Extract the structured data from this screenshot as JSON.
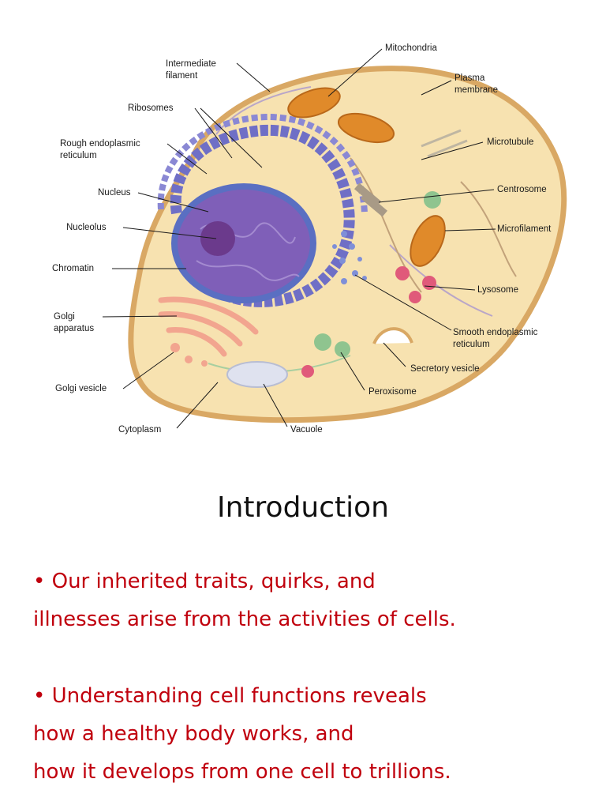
{
  "diagram": {
    "labels": {
      "mitochondria": "Mitochondria",
      "intermediate_filament_1": "Intermediate",
      "intermediate_filament_2": "filament",
      "plasma_membrane_1": "Plasma",
      "plasma_membrane_2": "membrane",
      "ribosomes": "Ribosomes",
      "rough_er_1": "Rough endoplasmic",
      "rough_er_2": "reticulum",
      "microtubule": "Microtubule",
      "nucleus": "Nucleus",
      "centrosome": "Centrosome",
      "nucleolus": "Nucleolus",
      "microfilament": "Microfilament",
      "chromatin": "Chromatin",
      "lysosome": "Lysosome",
      "golgi_apparatus_1": "Golgi",
      "golgi_apparatus_2": "apparatus",
      "smooth_er_1": "Smooth endoplasmic",
      "smooth_er_2": "reticulum",
      "secretory_vesicle": "Secretory vesicle",
      "golgi_vesicle": "Golgi vesicle",
      "peroxisome": "Peroxisome",
      "cytoplasm": "Cytoplasm",
      "vacuole": "Vacuole"
    },
    "colors": {
      "cytoplasm": "#f7e2b0",
      "membrane": "#d9a864",
      "nucleus": "#7f5fb8",
      "nucleolus": "#6b3a8c",
      "rough_er": "#6f6fc6",
      "mitochondria": "#e08a2a",
      "golgi": "#f2a58f",
      "lysosome": "#e05a7a",
      "peroxisome": "#8fc48f",
      "vacuole": "#dfe2ef"
    }
  },
  "slide": {
    "title": "Introduction",
    "bullet1_line1": "•  Our inherited traits, quirks, and",
    "bullet1_line2": "illnesses arise from the activities of cells.",
    "bullet2_line1": "•  Understanding cell functions reveals",
    "bullet2_line2": "how a healthy body works, and",
    "bullet2_line3": "how it develops from one cell to trillions."
  }
}
